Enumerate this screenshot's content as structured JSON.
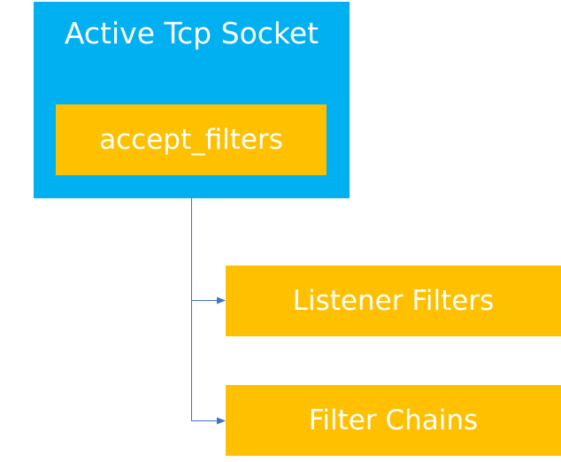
{
  "nodes": {
    "socket": {
      "label": "Active Tcp Socket",
      "color": "#00B0F0"
    },
    "accept_filters": {
      "label": "accept_filters",
      "color": "#FFC000"
    },
    "listener_filters": {
      "label": "Listener Filters",
      "color": "#FFC000"
    },
    "filter_chains": {
      "label": "Filter Chains",
      "color": "#FFC000"
    }
  },
  "edges": [
    {
      "from": "socket",
      "to": "listener_filters"
    },
    {
      "from": "socket",
      "to": "filter_chains"
    }
  ],
  "connector_color": "#4472C4"
}
